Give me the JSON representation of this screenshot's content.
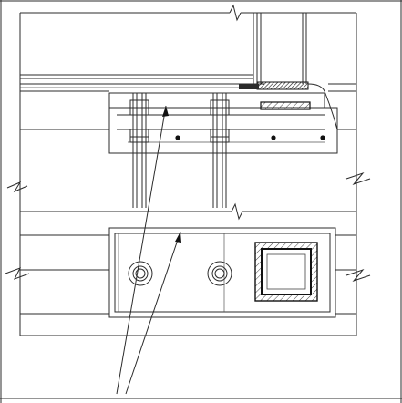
{
  "drawing": {
    "kind": "construction-detail",
    "views": [
      "section-elevation",
      "plan"
    ],
    "ink": "#2b2b2b",
    "paper": "#ffffff",
    "hatch": "#444444"
  }
}
